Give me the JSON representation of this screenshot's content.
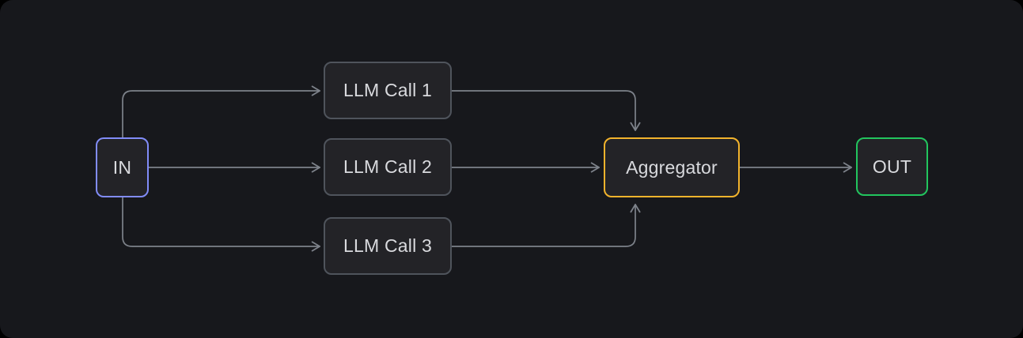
{
  "diagram": {
    "type": "flow-diagram",
    "nodes": [
      {
        "id": "in",
        "label": "IN",
        "accent": "#818cf8"
      },
      {
        "id": "llm-call-1",
        "label": "LLM Call 1",
        "accent": "#4f545c"
      },
      {
        "id": "llm-call-2",
        "label": "LLM Call 2",
        "accent": "#4f545c"
      },
      {
        "id": "llm-call-3",
        "label": "LLM Call 3",
        "accent": "#4f545c"
      },
      {
        "id": "aggregator",
        "label": "Aggregator",
        "accent": "#f2b32c"
      },
      {
        "id": "out",
        "label": "OUT",
        "accent": "#22c55e"
      }
    ],
    "edges": [
      {
        "from": "in",
        "to": "llm-call-1"
      },
      {
        "from": "in",
        "to": "llm-call-2"
      },
      {
        "from": "in",
        "to": "llm-call-3"
      },
      {
        "from": "llm-call-1",
        "to": "aggregator"
      },
      {
        "from": "llm-call-2",
        "to": "aggregator"
      },
      {
        "from": "llm-call-3",
        "to": "aggregator"
      },
      {
        "from": "aggregator",
        "to": "out"
      }
    ]
  },
  "colors": {
    "page-bg": "#000000",
    "canvas-bg": "#17181c",
    "node-bg": "#232327",
    "node-border": "#4f545c",
    "edge": "#7d828a",
    "text": "#d9dade",
    "accent-in": "#818cf8",
    "accent-aggregator": "#f2b32c",
    "accent-out": "#22c55e"
  }
}
